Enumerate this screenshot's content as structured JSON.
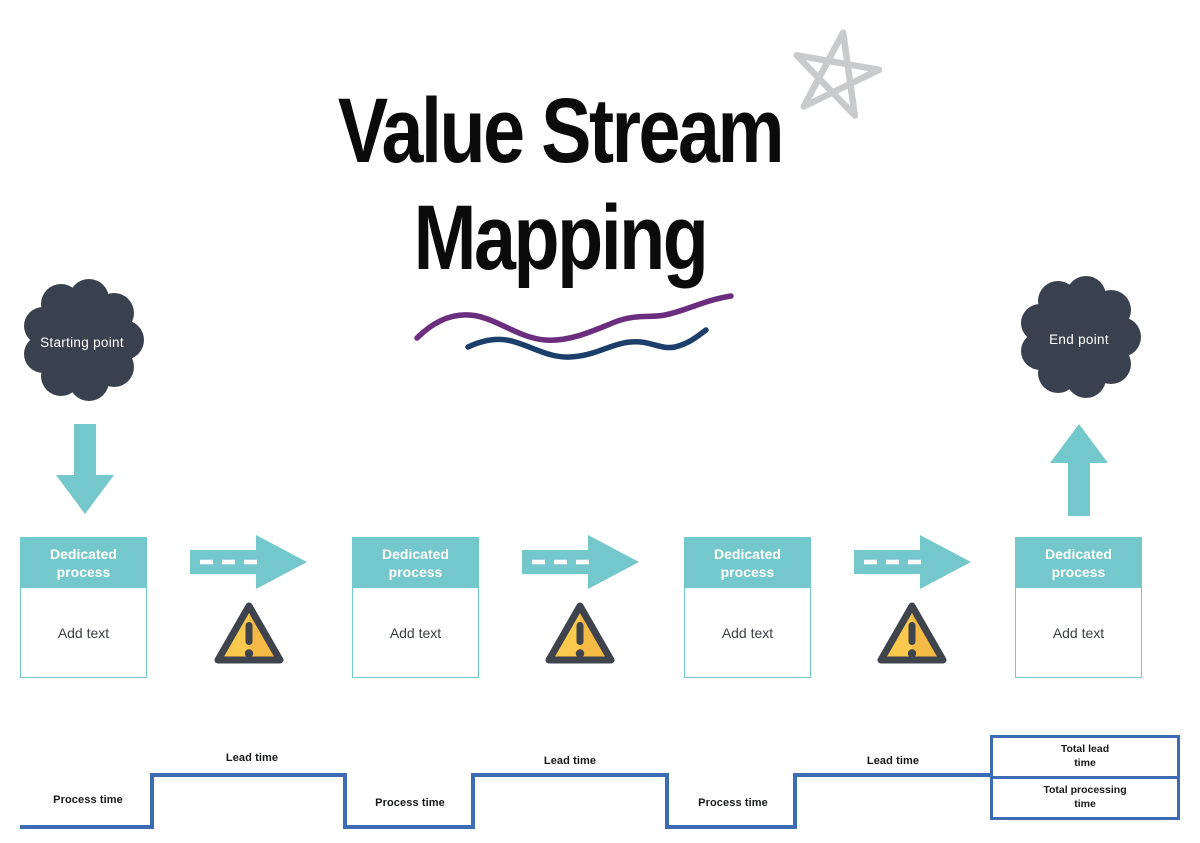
{
  "title": {
    "line1": "Value Stream",
    "line2": "Mapping"
  },
  "nodes": {
    "start": {
      "label": "Starting point"
    },
    "end": {
      "label": "End point"
    }
  },
  "process_boxes": [
    {
      "header": "Dedicated process",
      "body": "Add text"
    },
    {
      "header": "Dedicated process",
      "body": "Add text"
    },
    {
      "header": "Dedicated process",
      "body": "Add text"
    },
    {
      "header": "Dedicated process",
      "body": "Add text"
    }
  ],
  "timeline": {
    "labels": [
      {
        "text": "Process time"
      },
      {
        "text": "Lead time"
      },
      {
        "text": "Process time"
      },
      {
        "text": "Lead time"
      },
      {
        "text": "Process time"
      },
      {
        "text": "Lead time"
      }
    ],
    "totals": {
      "lead": "Total lead\ntime",
      "processing": "Total processing\ntime"
    }
  },
  "icons": {
    "star": "star-doodle-icon",
    "warning": "warning-triangle-icon",
    "dashed_arrow": "dashed-arrow-icon",
    "down_arrow": "down-arrow-icon",
    "up_arrow": "up-arrow-icon"
  },
  "colors": {
    "teal": "#74C7CB",
    "cloud_dark": "#3A414E",
    "timeline_blue": "#3D6CB4",
    "warning_yellow": "#FBC94E",
    "warning_outline": "#3F444C",
    "wave_purple": "#6B2E7E",
    "wave_navy": "#1C3E6B",
    "star_gray": "#C9CACB",
    "title_black": "#0B0B0B"
  }
}
